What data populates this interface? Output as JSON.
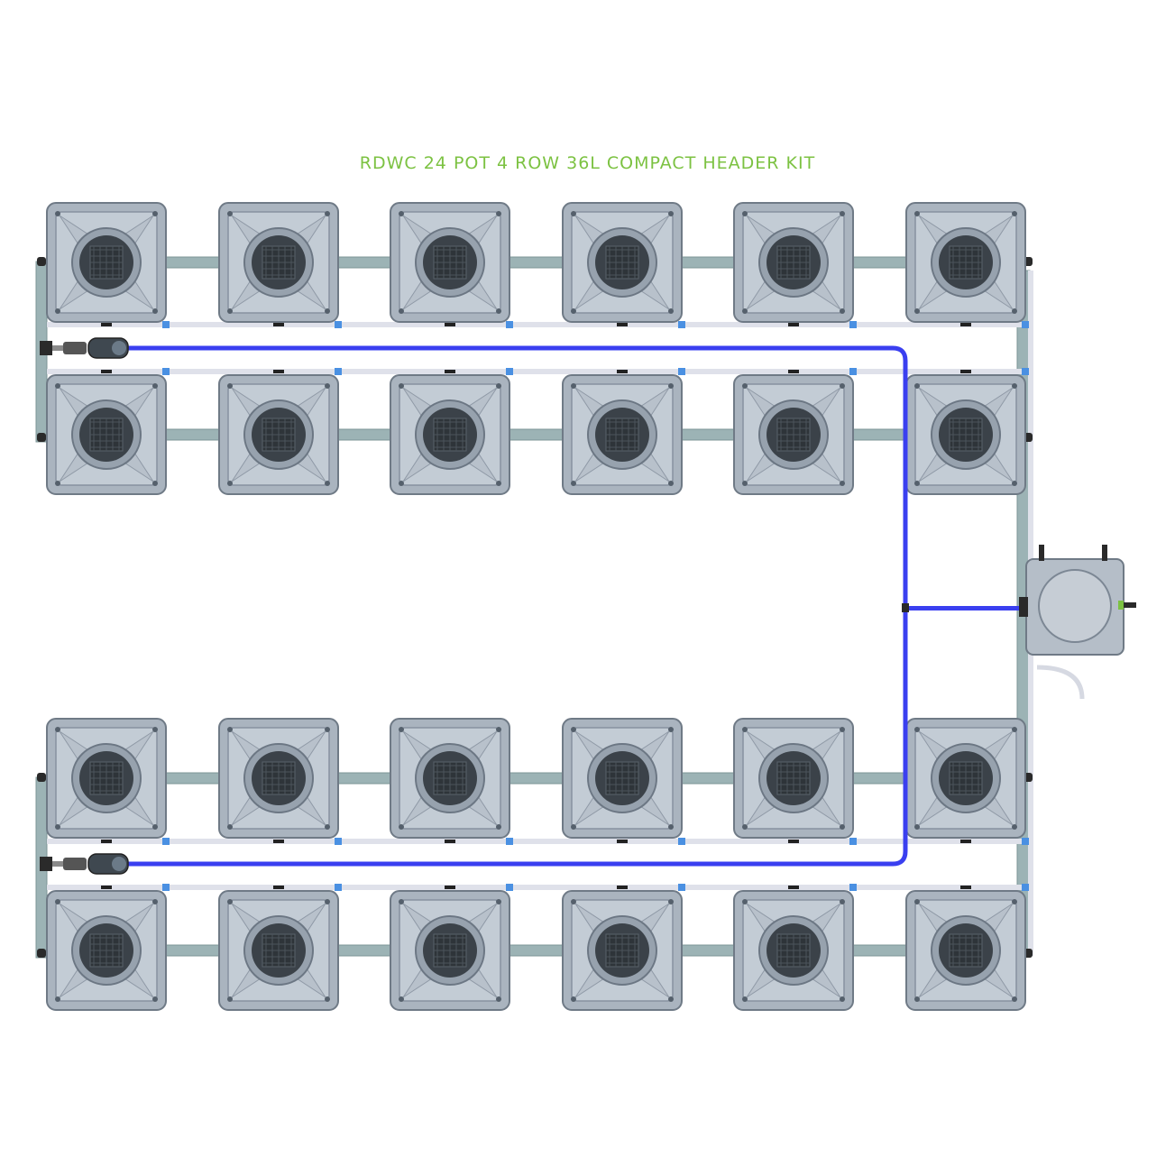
{
  "title": "RDWC 24 POT 4 ROW 36L COMPACT HEADER KIT",
  "colors": {
    "title": "#7cc242",
    "pot_body": "#aab4bf",
    "pot_edge": "#6f7a86",
    "pot_inner": "#c3ccd5",
    "net_cup": "#3b4249",
    "pipe_main": "#9cb3b5",
    "pipe_light": "#dfe1ea",
    "hose_blue": "#3a3ff0",
    "connector_blue": "#4a90e2",
    "fitting_dark": "#2a2a2a",
    "tank_body": "#b5bec8"
  },
  "icons": [
    "pot-icon",
    "net-cup-icon",
    "pump-icon",
    "control-tank-icon"
  ],
  "layout_grid": {
    "rows": 4,
    "pots_per_row": 6
  }
}
